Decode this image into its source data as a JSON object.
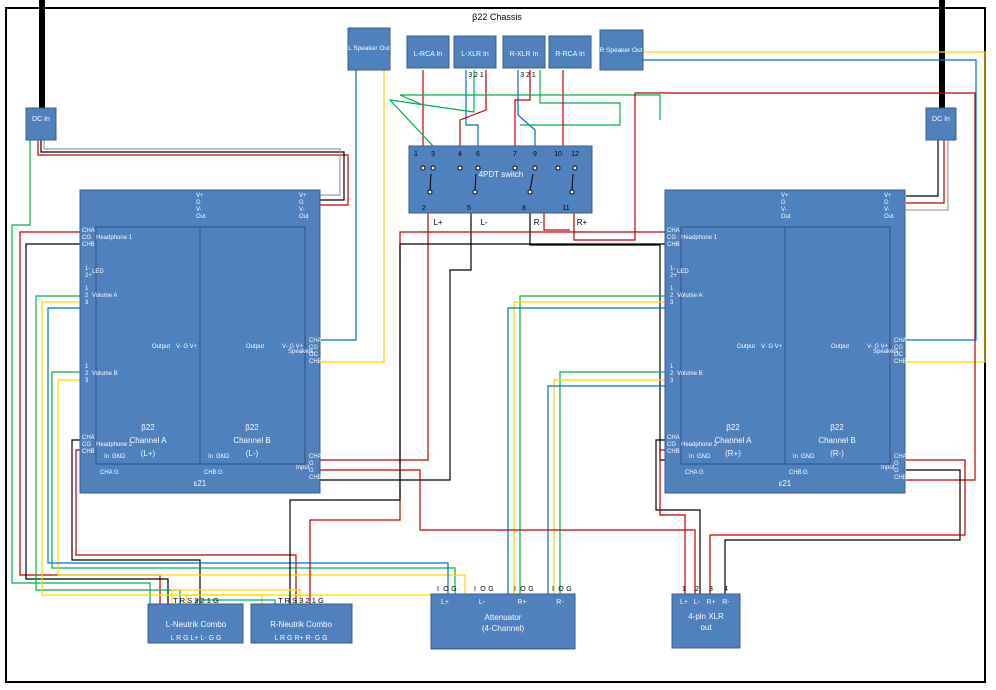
{
  "title": "β22 Chassis",
  "dc_in_left": "DC In",
  "dc_in_right": "DC In",
  "l_speaker_out": "L Speaker Out",
  "r_speaker_out": "R Speaker Out",
  "l_rca_in": "L-RCA In",
  "l_xlr_in": "L-XLR In",
  "r_xlr_in": "R-XLR In",
  "r_rca_in": "R-RCA In",
  "xlr_pins_l": "3 2 1",
  "xlr_pins_r": "3 2 1",
  "switch": {
    "label": "4PDT switch",
    "top_pins": [
      "1",
      "3",
      "4",
      "6",
      "7",
      "9",
      "10",
      "12"
    ],
    "bottom_pins": [
      "2",
      "5",
      "8",
      "11"
    ],
    "outputs": [
      "L+",
      "L-",
      "R-",
      "R+"
    ]
  },
  "modules": [
    {
      "footer": "ε21",
      "ch_a": [
        "β22",
        "Channel A",
        "(L+)"
      ],
      "ch_b": [
        "β22",
        "Channel B",
        "(L-)"
      ]
    },
    {
      "footer": "ε21",
      "ch_a": [
        "β22",
        "Channel A",
        "(R+)"
      ],
      "ch_b": [
        "β22",
        "Channel B",
        "(R-)"
      ]
    }
  ],
  "module_labels": {
    "vplus": "V+",
    "g": "G",
    "vminus": "V-",
    "out": "Out",
    "cha": "CHA",
    "cg": "CG",
    "chb": "CHB",
    "oc": "OC",
    "headphone1": "Headphone 1",
    "headphone2": "Headphone 2",
    "led": "LED",
    "led_pins": [
      "1-",
      "2+"
    ],
    "volume_a": "Volume A",
    "volume_b": "Volume B",
    "vol_pins": [
      "1",
      "2",
      "3"
    ],
    "output": "Output",
    "vgv": "V- G V+",
    "speakers": "Speakers",
    "input": "Input",
    "in_gnd": [
      "In",
      "GND"
    ],
    "cha_g": [
      "CHA",
      "G"
    ],
    "chb_g": [
      "CHB",
      "G"
    ],
    "input_pins": [
      "CHA",
      "G",
      "G",
      "CHB"
    ]
  },
  "neutrik_l": {
    "label": "L-Neutrik Combo",
    "top": "T R S 3 2 1 G",
    "bottom": "L R G L+ L- G G"
  },
  "neutrik_r": {
    "label": "R-Neutrik Combo",
    "top": "T R S 3 2 1 G",
    "bottom": "L R G R+ R- G G"
  },
  "attenuator": {
    "label": "Attenuator (4-Channel)",
    "line1": "Attenuator",
    "line2": "(4-Channel)",
    "channels": [
      "L+",
      "L-",
      "R+",
      "R-"
    ],
    "pins": [
      "I",
      "O",
      "G"
    ]
  },
  "xlr_out": {
    "line1": "4-pin XLR",
    "line2": "out",
    "pins": [
      "1",
      "2",
      "3",
      "4"
    ],
    "channels": [
      "L+",
      "L-",
      "R+",
      "R-"
    ]
  },
  "colors": {
    "box_fill": "#4f81bd",
    "box_stroke": "#385d8a",
    "red": "#c00000",
    "green": "#00b050",
    "yellow": "#ffd700",
    "blue": "#0070c0",
    "black": "#000000",
    "gray": "#a0a0a0"
  }
}
